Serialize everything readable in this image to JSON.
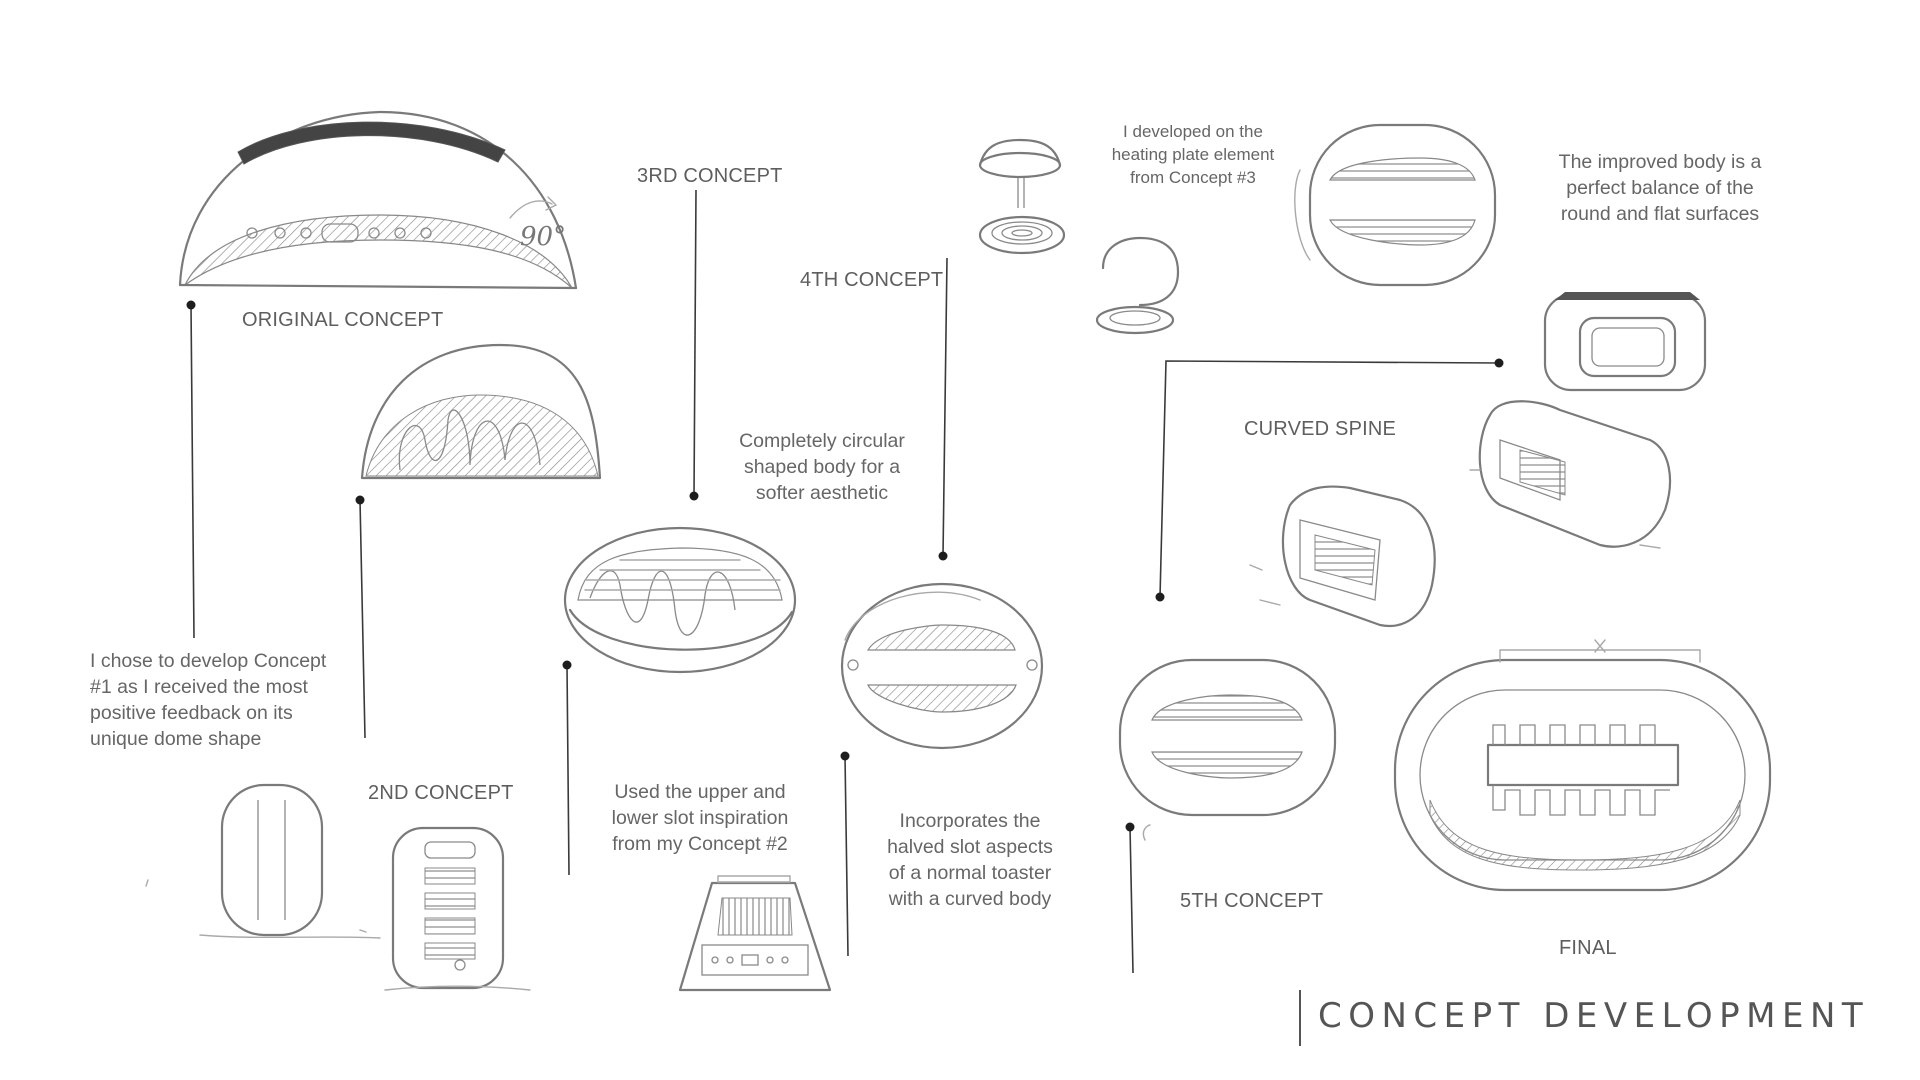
{
  "labels": {
    "original": "ORIGINAL CONCEPT",
    "second": "2ND CONCEPT",
    "third": "3RD CONCEPT",
    "fourth": "4TH CONCEPT",
    "fifth": "5TH CONCEPT",
    "curved_spine": "CURVED SPINE",
    "final": "FINAL",
    "rotation": "90°"
  },
  "notes": {
    "develop": [
      "I chose to develop Concept",
      "#1 as I received the most",
      "positive feedback on its",
      "unique  dome  shape"
    ],
    "circular": [
      "Completely circular",
      "shaped body for a",
      "softer aesthetic"
    ],
    "heating": [
      "I developed on the",
      "heating plate element",
      "from Concept #3"
    ],
    "improved": [
      "The improved body is a",
      "perfect balance of the",
      "round and flat surfaces"
    ],
    "upper_lower": [
      "Used the upper and",
      "lower slot inspiration",
      "from my Concept #2"
    ],
    "halved": [
      "Incorporates the",
      "halved slot aspects",
      "of a normal toaster",
      "with a curved  body"
    ]
  },
  "title": "CONCEPT DEVELOPMENT",
  "colors": {
    "ink": "#7a7a7a",
    "text": "#5e5e5e",
    "leader": "#3a3a3a"
  }
}
